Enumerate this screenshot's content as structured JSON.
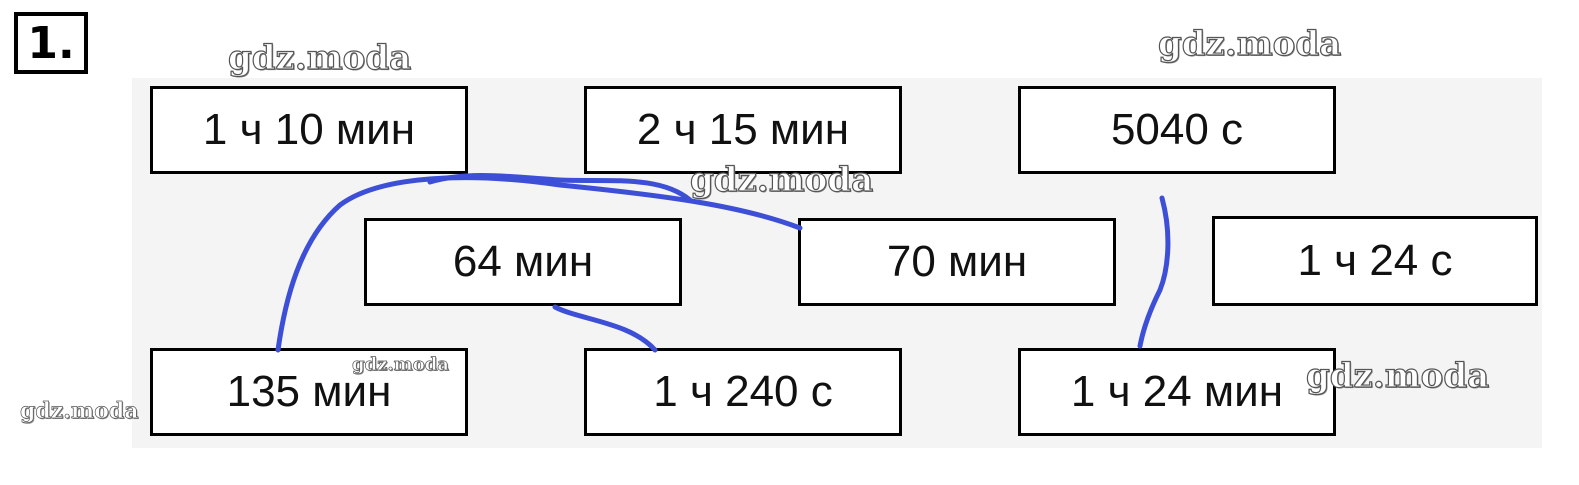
{
  "task": {
    "number": "1."
  },
  "boxes": {
    "r1c1": "1 ч 10 мин",
    "r1c2": "2 ч 15 мин",
    "r1c3": "5040 с",
    "r2c1": "64 мин",
    "r2c2": "70 мин",
    "r2c3": "1 ч 24 с",
    "r3c1": "135 мин",
    "r3c2": "1 ч 240 с",
    "r3c3": "1 ч 24 мин"
  },
  "watermarks": {
    "w1": "gdz.moda",
    "w2": "gdz.moda",
    "w3": "gdz.moda",
    "w4": "gdz.moda",
    "w5": "gdz.moda",
    "w6": "gdz.moda"
  },
  "colors": {
    "connector": "#3d4fd6",
    "border": "#000000"
  }
}
